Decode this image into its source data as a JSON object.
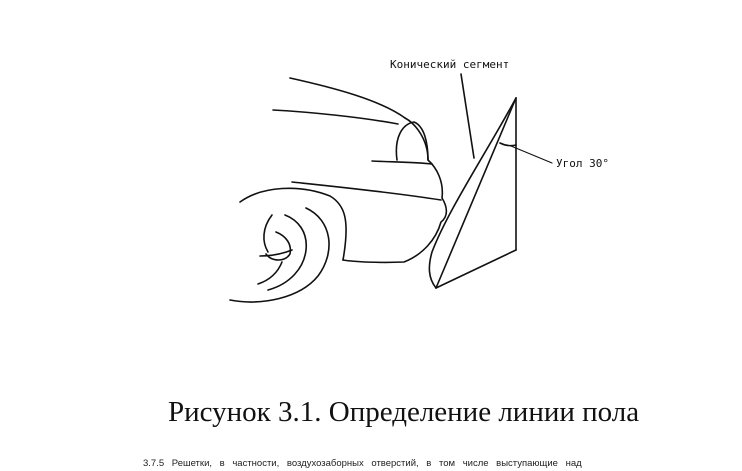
{
  "figure": {
    "label_segment": "Конический сегмент",
    "label_angle": "Угол 30°"
  },
  "caption": "Рисунок 3.1. Определение линии пола",
  "paragraph_fragment": "3.7.5 Решетки, в частности, воздухозаборных отверстий, в том числе выступающие над",
  "colors": {
    "ink": "#111111",
    "background": "#ffffff"
  }
}
